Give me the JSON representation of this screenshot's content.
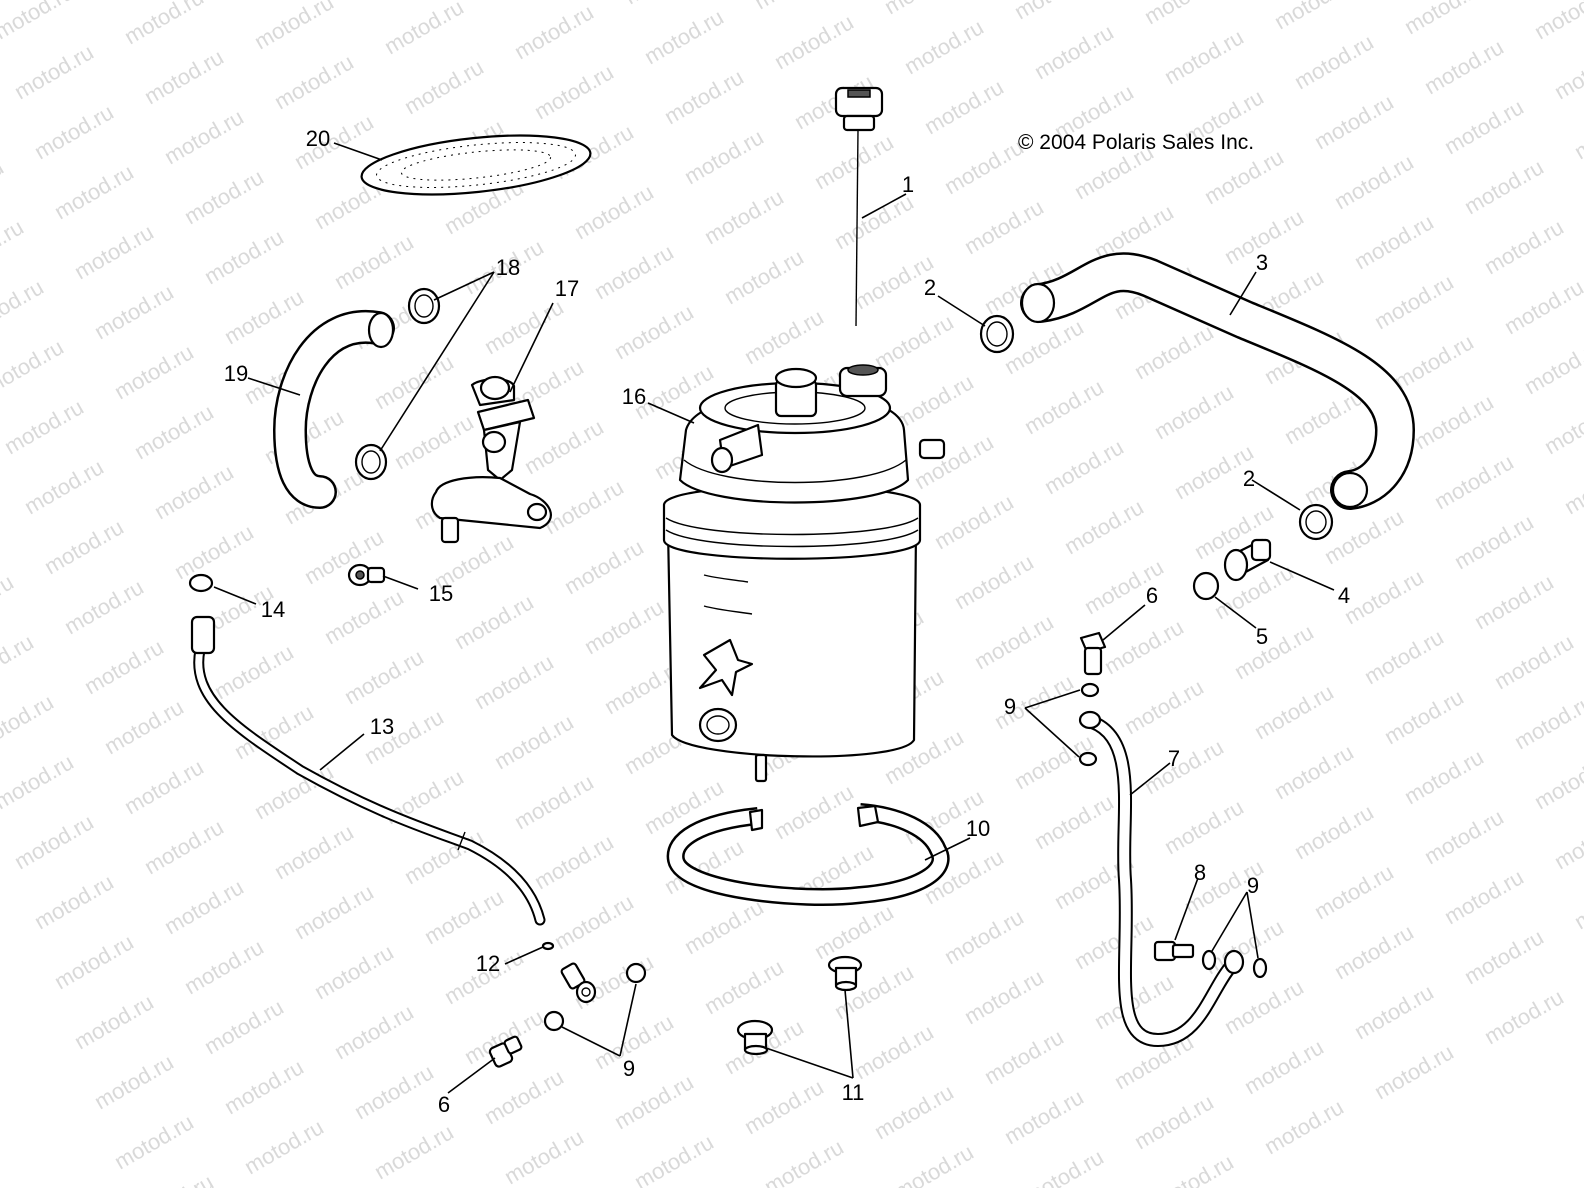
{
  "copyright": "© 2004 Polaris Sales Inc.",
  "watermark": "motod.ru",
  "callouts": {
    "c1": "1",
    "c2a": "2",
    "c2b": "2",
    "c3": "3",
    "c4": "4",
    "c5": "5",
    "c6a": "6",
    "c6b": "6",
    "c7": "7",
    "c8": "8",
    "c9a": "9",
    "c9b": "9",
    "c9c": "9",
    "c10": "10",
    "c11": "11",
    "c12": "12",
    "c13": "13",
    "c14": "14",
    "c15": "15",
    "c16": "16",
    "c17": "17",
    "c18": "18",
    "c19": "19",
    "c20": "20"
  },
  "colors": {
    "line": "#000000",
    "watermark": "#d9d9d9",
    "background": "#ffffff"
  }
}
